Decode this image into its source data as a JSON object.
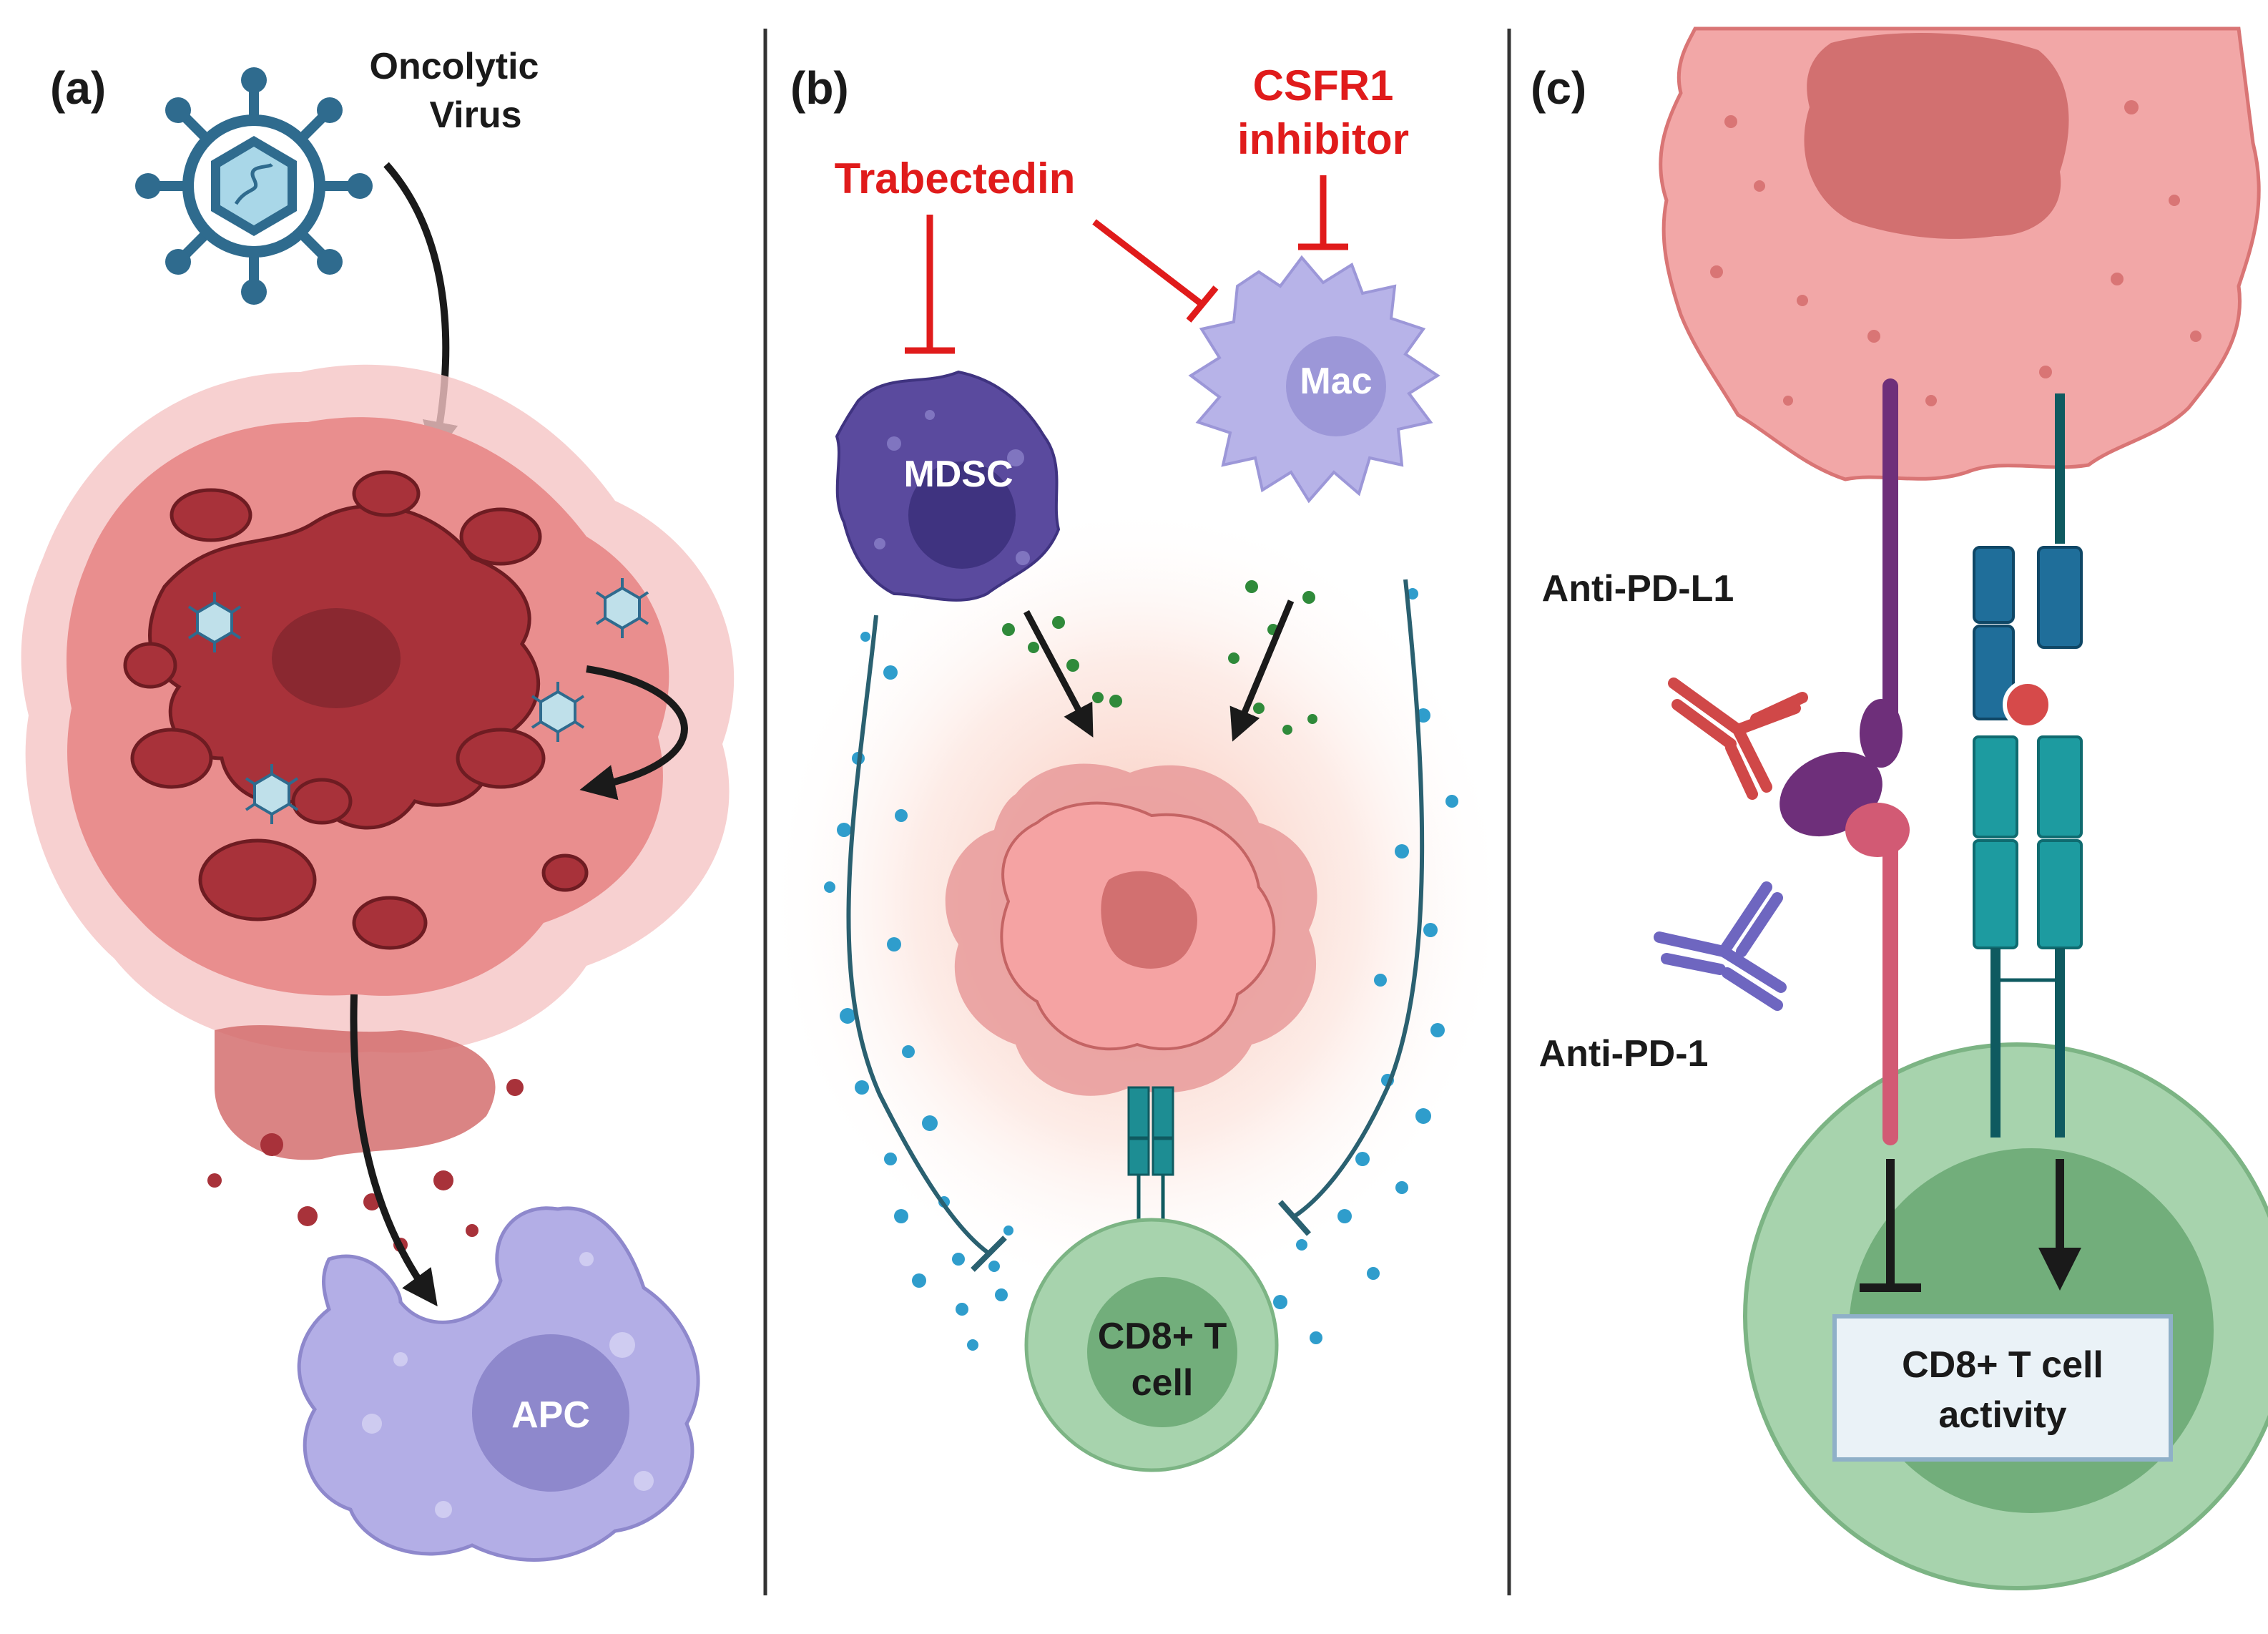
{
  "panels": {
    "a": {
      "letter": "(a)",
      "virus_label_line1": "Oncolytic",
      "virus_label_line2": "Virus",
      "apc_label": "APC"
    },
    "b": {
      "letter": "(b)",
      "drug1": "Trabectedin",
      "drug2_line1": "CSFR1",
      "drug2_line2": "inhibitor",
      "mdsc_label": "MDSC",
      "mac_label": "Mac",
      "tcell_line1": "CD8+ T",
      "tcell_line2": "cell"
    },
    "c": {
      "letter": "(c)",
      "antibody1": "Anti-PD-L1",
      "antibody2": "Anti-PD-1",
      "activity_line1": "CD8+ T cell",
      "activity_line2": "activity"
    }
  },
  "colors": {
    "tumor_dark": "#a8323a",
    "tumor_light": "#f2a7a7",
    "virus": "#2f6b8e",
    "inhibitor_red": "#e01b1b",
    "mdsc": "#5a4a9e",
    "macrophage": "#b7b3e8",
    "apc": "#b3aee6",
    "tcell_green": "#a7d3ad",
    "receptor_teal": "#1d8d93",
    "pdl1_purple": "#6e2f7a",
    "pd1_pink": "#d25a74",
    "antibody_red": "#d04848",
    "antibody_purple": "#6e66c0"
  }
}
